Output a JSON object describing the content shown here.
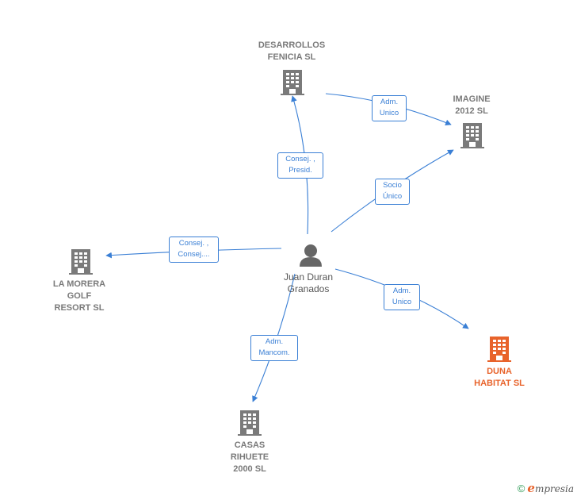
{
  "colors": {
    "edge": "#3a7fd5",
    "company_icon": "#7a7a7a",
    "highlight": "#e8632b",
    "person_icon": "#666666"
  },
  "person": {
    "name": "Juan Duran\nGranados",
    "icon": "person-icon"
  },
  "companies": [
    {
      "id": "desarrollos",
      "name": "DESARROLLOS\nFENICIA SL",
      "icon": "building-icon",
      "highlight": false
    },
    {
      "id": "imagine",
      "name": "IMAGINE\n2012 SL",
      "icon": "building-icon",
      "highlight": false
    },
    {
      "id": "lamorera",
      "name": "LA MORERA\nGOLF\nRESORT SL",
      "icon": "building-icon",
      "highlight": false
    },
    {
      "id": "duna",
      "name": "DUNA\nHABITAT  SL",
      "icon": "building-icon",
      "highlight": true
    },
    {
      "id": "casas",
      "name": "CASAS\nRIHUETE\n2000  SL",
      "icon": "building-icon",
      "highlight": false
    }
  ],
  "edges": [
    {
      "from": "person",
      "to": "desarrollos",
      "label": "Consej. ,\nPresid."
    },
    {
      "from": "desarrollos",
      "to": "imagine",
      "label": "Adm.\nUnico"
    },
    {
      "from": "person",
      "to": "imagine",
      "label": "Socio\nÚnico"
    },
    {
      "from": "person",
      "to": "lamorera",
      "label": "Consej. ,\nConsej...."
    },
    {
      "from": "person",
      "to": "duna",
      "label": "Adm.\nUnico"
    },
    {
      "from": "person",
      "to": "casas",
      "label": "Adm.\nMancom."
    }
  ],
  "footer": {
    "copyright_symbol": "©",
    "brand_initial": "e",
    "brand_rest": "mpresia"
  }
}
